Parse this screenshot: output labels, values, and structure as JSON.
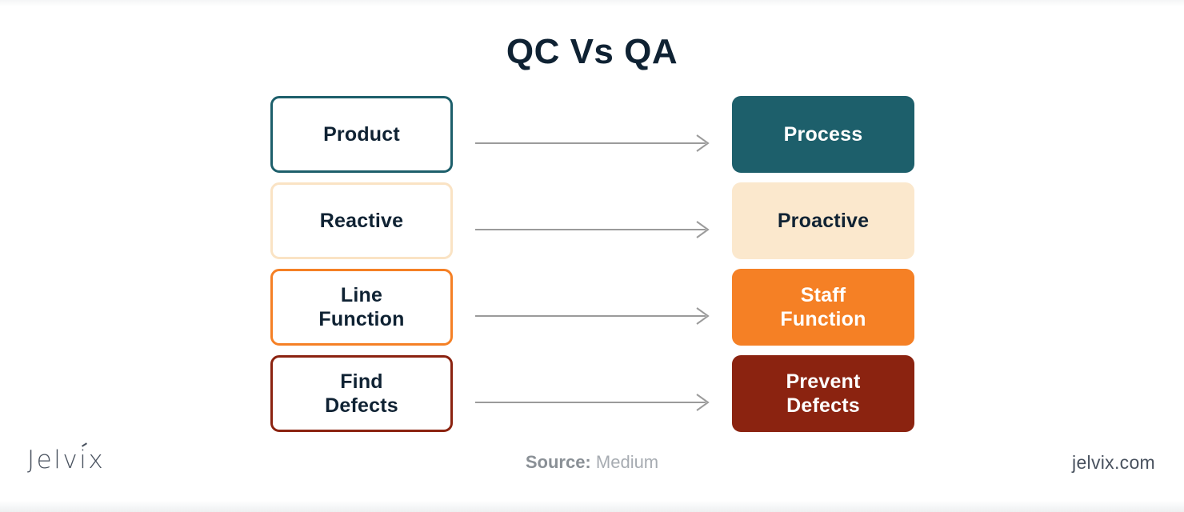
{
  "title": "QC Vs QA",
  "colors": {
    "title_text": "#0f2233",
    "teal": "#1d5f6b",
    "cream": "#fbe8cd",
    "cream_border": "#fae3c4",
    "orange": "#f58025",
    "maroon": "#8b2310",
    "arrow": "#9b9b9b",
    "dark_text": "#0f2233",
    "light_text": "#ffffff",
    "footer_text": "#49525f",
    "source_text": "#9aa0a6"
  },
  "rows": [
    {
      "left": {
        "label": "Product",
        "border_color": "#1d5f6b",
        "fill": "#ffffff",
        "text_color": "#0f2233"
      },
      "arrow": {
        "name": "arrow-right-icon",
        "color": "#9b9b9b"
      },
      "right": {
        "label": "Process",
        "fill": "#1d5f6b",
        "text_color": "#ffffff"
      }
    },
    {
      "left": {
        "label": "Reactive",
        "border_color": "#fae3c4",
        "fill": "#ffffff",
        "text_color": "#0f2233"
      },
      "arrow": {
        "name": "arrow-right-icon",
        "color": "#9b9b9b"
      },
      "right": {
        "label": "Proactive",
        "fill": "#fbe8cd",
        "text_color": "#0f2233"
      }
    },
    {
      "left": {
        "label": "Line\nFunction",
        "border_color": "#f58025",
        "fill": "#ffffff",
        "text_color": "#0f2233"
      },
      "arrow": {
        "name": "arrow-right-icon",
        "color": "#9b9b9b"
      },
      "right": {
        "label": "Staff\nFunction",
        "fill": "#f58025",
        "text_color": "#ffffff"
      }
    },
    {
      "left": {
        "label": "Find\nDefects",
        "border_color": "#8b2310",
        "fill": "#ffffff",
        "text_color": "#0f2233"
      },
      "arrow": {
        "name": "arrow-right-icon",
        "color": "#9b9b9b"
      },
      "right": {
        "label": "Prevent\nDefects",
        "fill": "#8b2310",
        "text_color": "#ffffff"
      }
    }
  ],
  "footer": {
    "logo": "Jelvix",
    "source_label": "Source:",
    "source_value": "Medium",
    "site": "jelvix.com"
  }
}
